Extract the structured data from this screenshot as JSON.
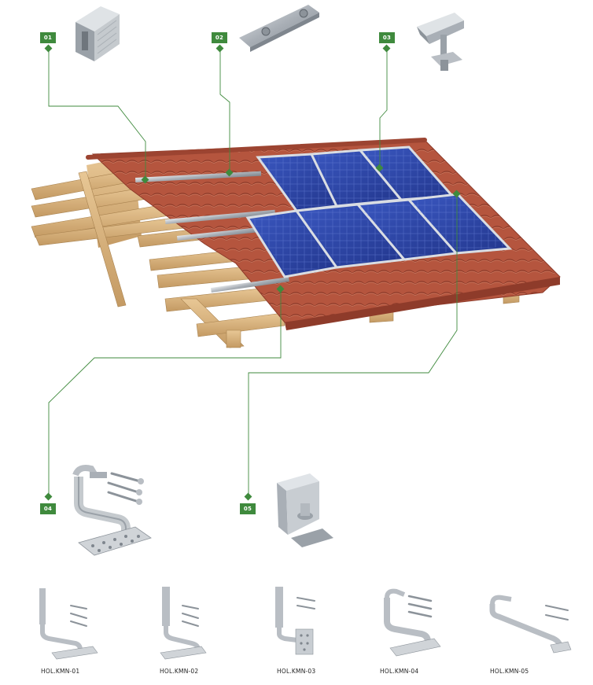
{
  "callouts": [
    {
      "id": "01",
      "label": "01",
      "part": "mounting-rail"
    },
    {
      "id": "02",
      "label": "02",
      "part": "rail-connector"
    },
    {
      "id": "03",
      "label": "03",
      "part": "mid-clamp"
    },
    {
      "id": "04",
      "label": "04",
      "part": "roof-hook"
    },
    {
      "id": "05",
      "label": "05",
      "part": "end-clamp"
    }
  ],
  "models": [
    {
      "id": "HOL.KMN-01",
      "label": "HOL.KMN-01"
    },
    {
      "id": "HOL.KMN-02",
      "label": "HOL.KMN-02"
    },
    {
      "id": "HOL.KMN-03",
      "label": "HOL.KMN-03"
    },
    {
      "id": "HOL.KMN-04",
      "label": "HOL.KMN-04"
    },
    {
      "id": "HOL.KMN-05",
      "label": "HOL.KMN-05"
    }
  ],
  "colors": {
    "accent_green": "#3f8a3d",
    "tile": "#b5553e",
    "panel": "#2f49a8",
    "timber": "#d8b27c",
    "metal": "#b9bec4"
  }
}
